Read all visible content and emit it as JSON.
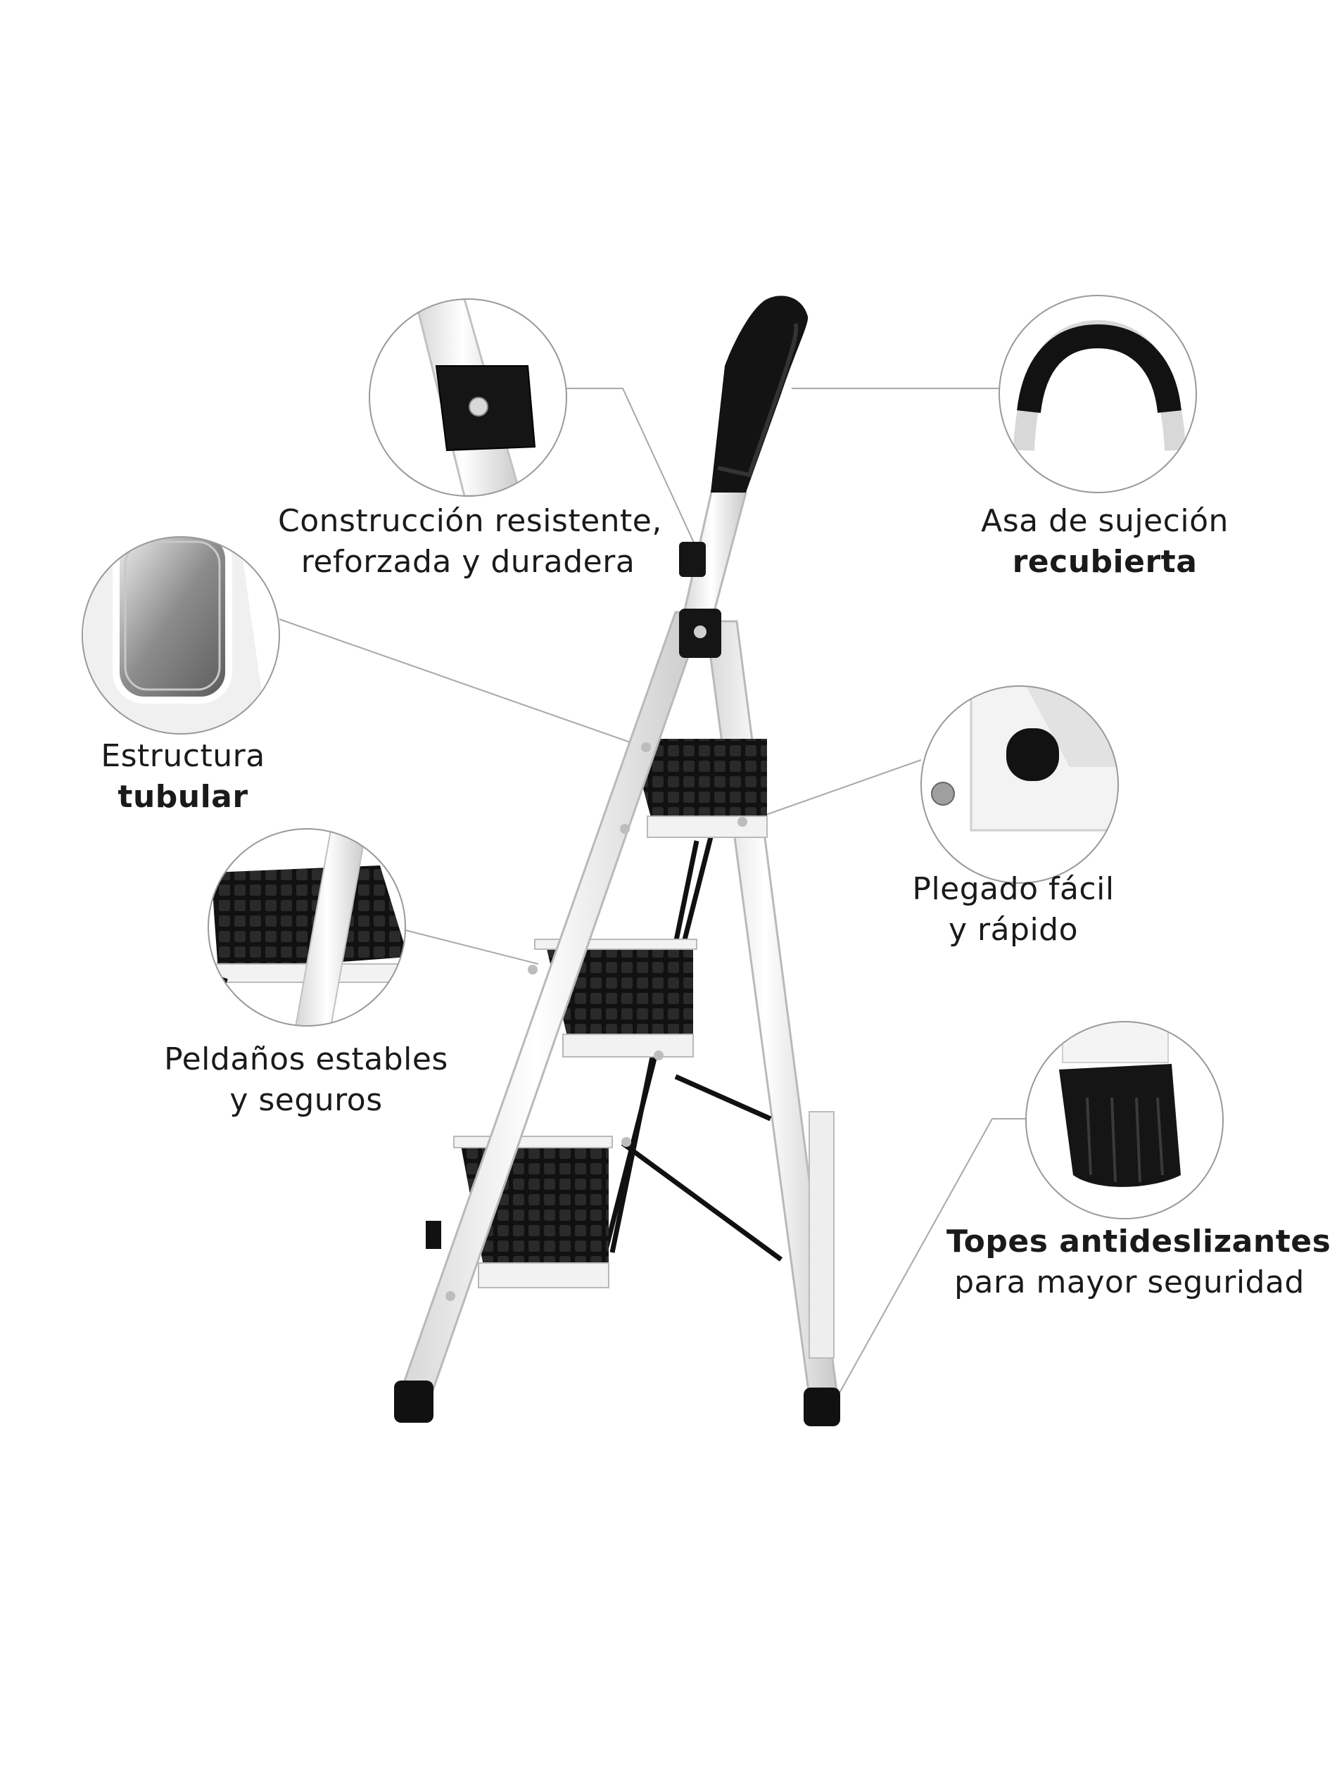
{
  "callouts": {
    "construccion": {
      "line1": "Construcción resistente,",
      "line2": "reforzada y duradera"
    },
    "asa": {
      "line1": "Asa de sujeción",
      "line2_bold": "recubierta"
    },
    "estructura": {
      "line1": "Estructura",
      "line2_bold": "tubular"
    },
    "plegado": {
      "line1": "Plegado fácil",
      "line2": "y rápido"
    },
    "peldanos": {
      "line1": "Peldaños estables",
      "line2": "y seguros"
    },
    "topes": {
      "line1_bold": "Topes antideslizantes",
      "line2": "para mayor seguridad"
    }
  },
  "colors": {
    "frame": "#f4f4f4",
    "frame_outline": "#b9b9b9",
    "rubber": "#111111",
    "leader": "#a8a8a8",
    "circle": "#9a9a9a"
  }
}
